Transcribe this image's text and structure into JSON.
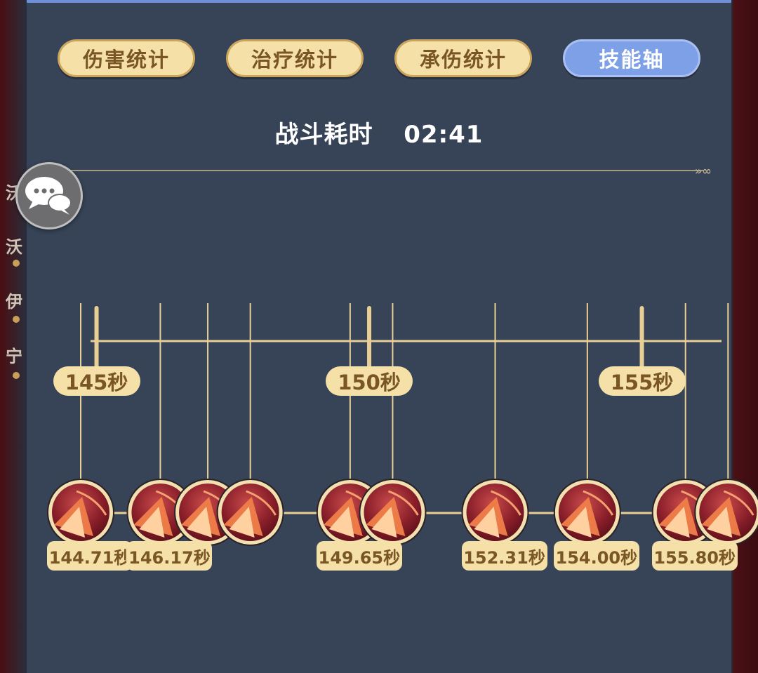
{
  "colors": {
    "panel": "#374356",
    "tab_bg": "#f5e1a8",
    "tab_text": "#7a5525",
    "tab_active_bg": "#7ea0e6",
    "gold": "#e8cf95",
    "icon_dark": "#7a1a22",
    "icon_flame": "#f0804a"
  },
  "background_text": [
    "沃",
    "伊",
    "宁"
  ],
  "tabs": [
    {
      "label": "伤害统计",
      "active": false
    },
    {
      "label": "治疗统计",
      "active": false
    },
    {
      "label": "承伤统计",
      "active": false
    },
    {
      "label": "技能轴",
      "active": true
    }
  ],
  "battle": {
    "label": "战斗耗时",
    "time": "02:41"
  },
  "timeline": {
    "markers": [
      {
        "seconds": 145,
        "label": "145秒"
      },
      {
        "seconds": 150,
        "label": "150秒"
      },
      {
        "seconds": 155,
        "label": "155秒"
      }
    ],
    "casts": [
      {
        "time": 144.71,
        "label": "144.71秒",
        "icon": "flame-skill-icon"
      },
      {
        "time": 146.17,
        "label": "146.17秒",
        "icon": "flame-skill-icon"
      },
      {
        "time": 147.04,
        "label": "",
        "icon": "flame-skill-icon"
      },
      {
        "time": 147.82,
        "label": "",
        "icon": "flame-skill-icon"
      },
      {
        "time": 149.65,
        "label": "149.65秒",
        "icon": "flame-skill-icon"
      },
      {
        "time": 150.43,
        "label": "",
        "icon": "flame-skill-icon"
      },
      {
        "time": 152.31,
        "label": "152.31秒",
        "icon": "flame-skill-icon"
      },
      {
        "time": 154.0,
        "label": "154.00秒",
        "icon": "flame-skill-icon"
      },
      {
        "time": 155.8,
        "label": "155.80秒",
        "icon": "flame-skill-icon"
      },
      {
        "time": 156.58,
        "label": "",
        "icon": "flame-skill-icon"
      }
    ]
  },
  "chat_icon": "chat-bubbles-icon"
}
